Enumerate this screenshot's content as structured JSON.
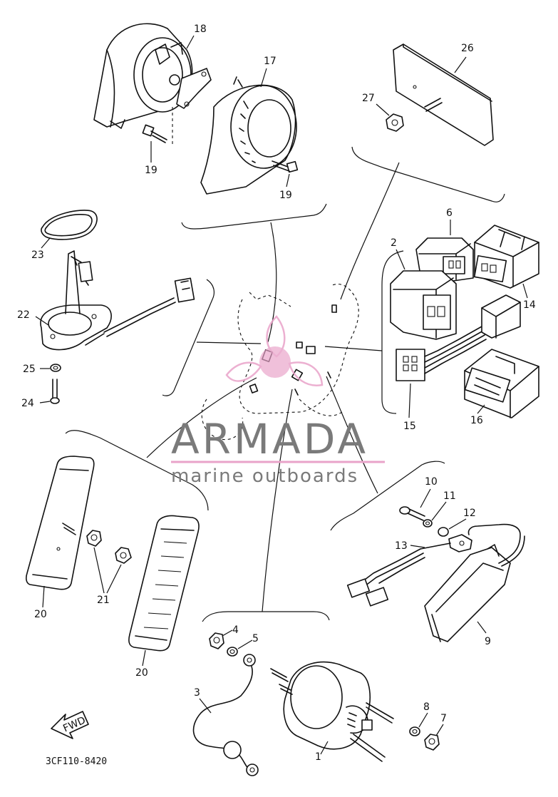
{
  "diagram_code": "3CF110-8420",
  "fwd_label": "FWD",
  "watermark": {
    "brand": "ARMADA",
    "tagline": "marine outboards",
    "accent_color": "#e9a3c9"
  },
  "callouts": {
    "p1": "1",
    "p2": "2",
    "p3": "3",
    "p4": "4",
    "p5": "5",
    "p6": "6",
    "p7": "7",
    "p8": "8",
    "p9": "9",
    "p10": "10",
    "p11": "11",
    "p12": "12",
    "p13": "13",
    "p14": "14",
    "p15": "15",
    "p16": "16",
    "p17": "17",
    "p18": "18",
    "p19a": "19",
    "p19b": "19",
    "p20a": "20",
    "p20b": "20",
    "p21": "21",
    "p22": "22",
    "p23": "23",
    "p24": "24",
    "p25": "25",
    "p26": "26",
    "p27": "27"
  }
}
